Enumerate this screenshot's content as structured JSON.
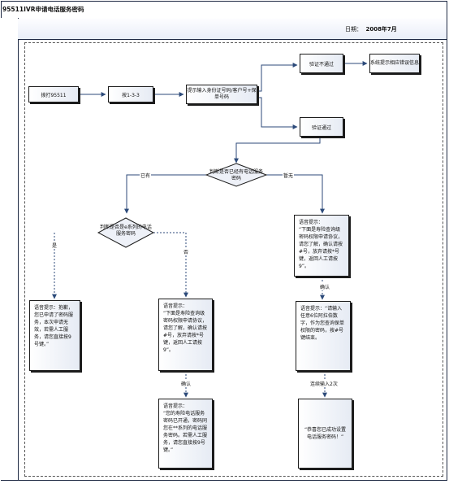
{
  "header": {
    "title": "95511IVR申请电话服务密码",
    "date_label": "日期：",
    "date_value": "2008年7月"
  },
  "nodes": {
    "call": "拨打95511",
    "press": "按1-3-3",
    "prompt_input": "提示输入身份证号码/客户号+保单号码",
    "fail": "验证不通过",
    "sys_error": "系统提示相应错误信息",
    "pass": "验证通过",
    "judge_has_pwd": "判断是否已经有电话服务密码",
    "judge_series": "判断是否是e系列的电话服务密码",
    "voice_left": "语音提示：抱歉，您已申请了密码服务，本次申请无效，若需人工服务，请您直接按9号键。”",
    "voice_mid": "语音提示：\n“下面是寿险查询级密码权限申请协议，请您了解，确认请按#号，放弃请按*号键，返回人工请按9”。",
    "voice_right": "语音提示：\n“下面是寿险查询级密码权限申请协议，请您了解，确认请按#号，放弃请按*号键，返回人工请按9”。",
    "voice_mid_done": "语音提示：\n“您的寿险电话服务密码已开通，密码同您在**系列的电话服务密码。若需人工服务，请您直接按9号键。”",
    "voice_right_input": "语音提示：“请输入任意6位阿拉伯数字，作为您查询保单权限的密码，按#号键结束。",
    "success": "“恭喜您已成功设置电话服务密码！”"
  },
  "edge_labels": {
    "has": "已有",
    "none": "暂无",
    "yes": "是",
    "no": "否",
    "confirm_mid": "确认",
    "confirm_right": "确认",
    "twice": "连续输入2次"
  }
}
